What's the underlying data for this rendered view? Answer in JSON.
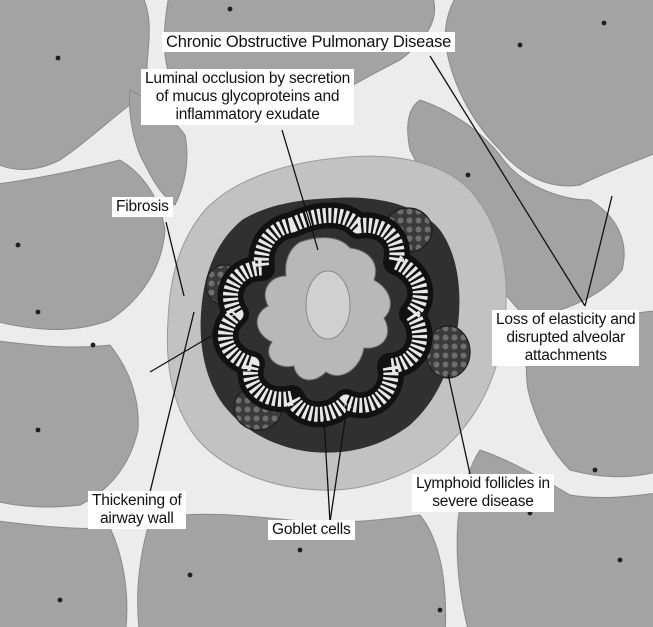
{
  "diagram": {
    "title": "Chronic Obstructive Pulmonary Disease",
    "labels": {
      "luminal_occlusion": [
        "Luminal occlusion by secretion",
        "of mucus glycoproteins and",
        "inflammatory exudate"
      ],
      "fibrosis": [
        "Fibrosis"
      ],
      "elasticity": [
        "Loss of elasticity and",
        "disrupted alveolar",
        "attachments"
      ],
      "lymphoid": [
        "Lymphoid follicles in",
        "severe disease"
      ],
      "thickening": [
        "Thickening of",
        "airway wall"
      ],
      "goblet": [
        "Goblet cells"
      ]
    }
  },
  "colors": {
    "background_septa": "#ececec",
    "alveolus": "#a3a3a3",
    "airway_wall": "#c2c2c2",
    "submucosa": "#303030",
    "epithelium_cells": "#e8e8e8",
    "lumen": "#b8b8b8",
    "lymphoid_follicle": "#5a5a5a",
    "leader_line": "#111111"
  }
}
